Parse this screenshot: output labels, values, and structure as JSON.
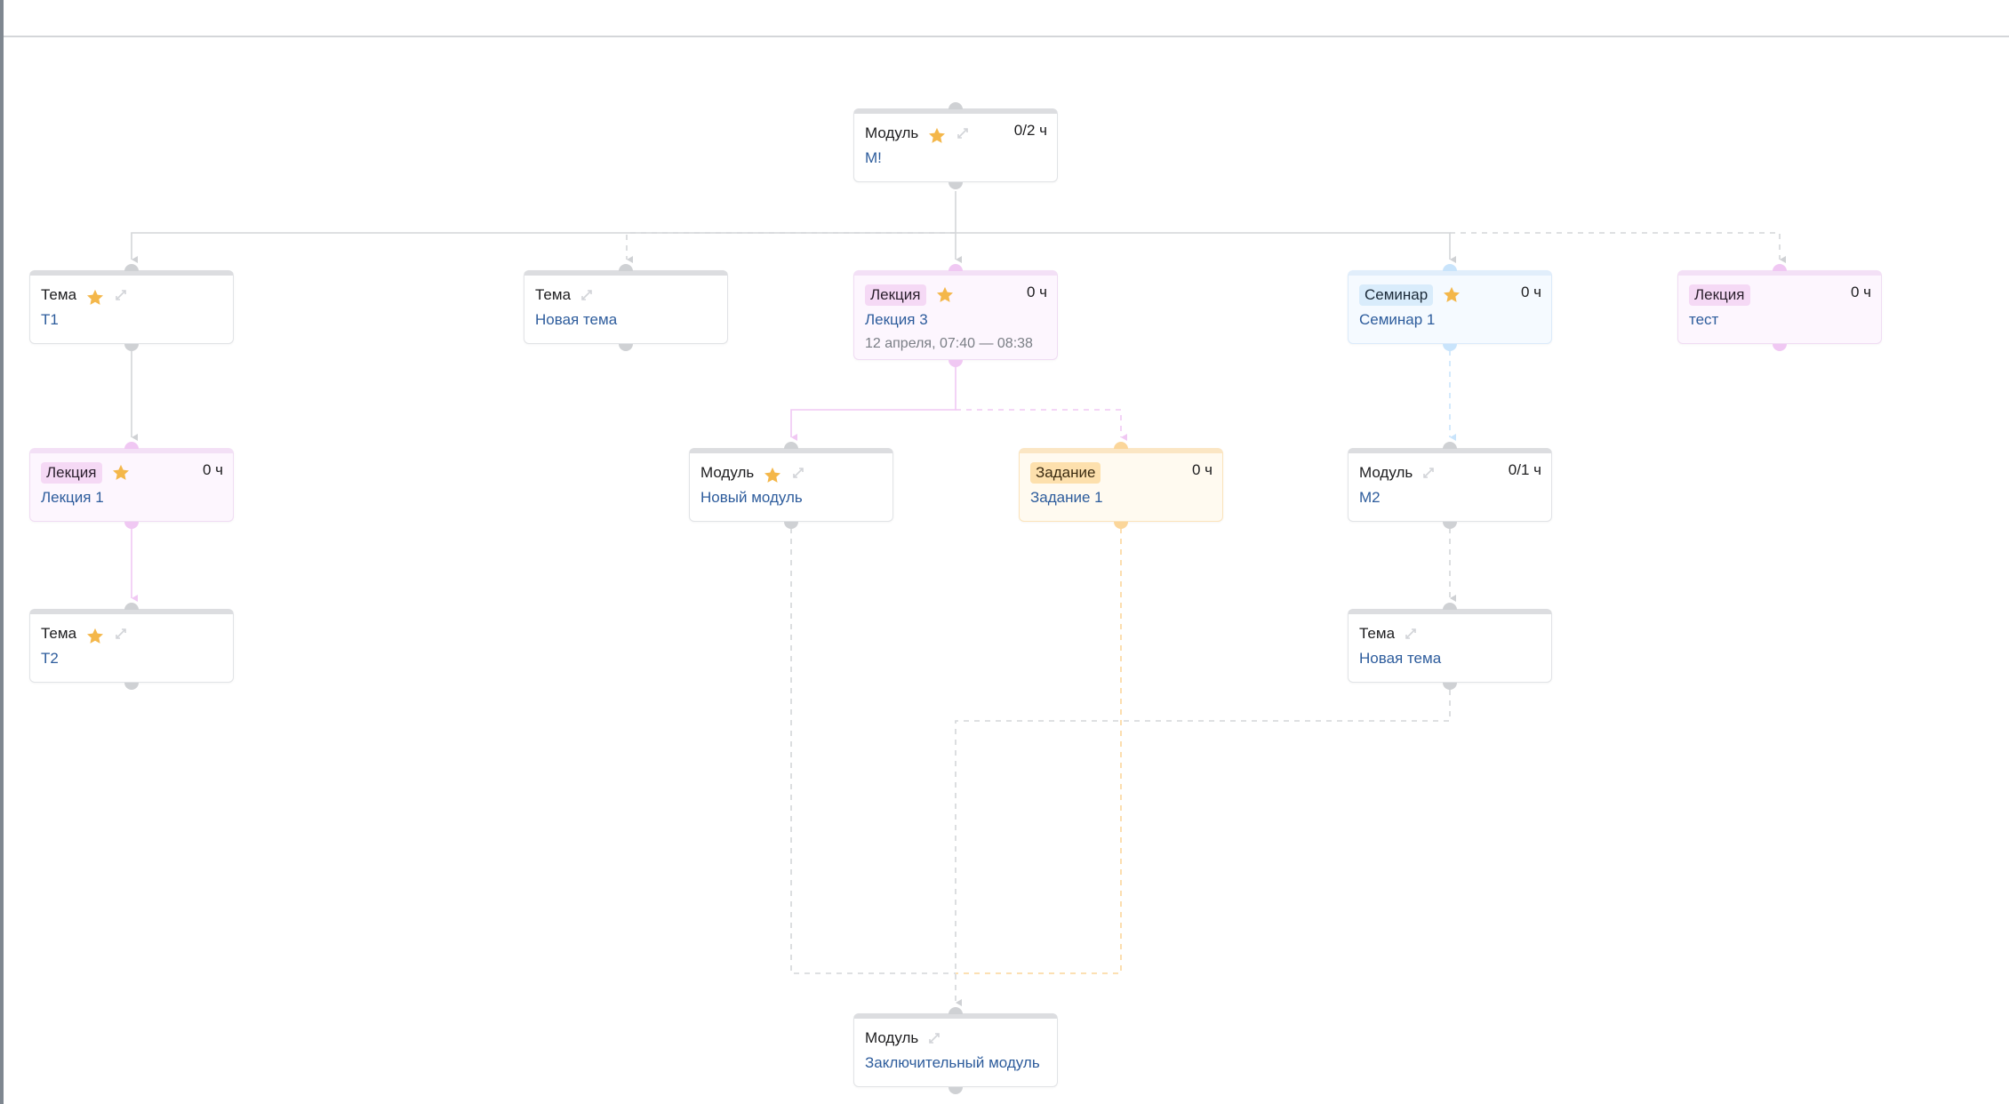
{
  "colors": {
    "accent_link": "#2d5c9c",
    "star": "#f4b74a",
    "lecture": "#f5d9f5",
    "seminar": "#d9ecfb",
    "task": "#fde0ad"
  },
  "nodes": [
    {
      "type": "Модуль",
      "title": "М!",
      "hours": "0/2 ч",
      "star": true,
      "expand": true
    },
    {
      "type": "Тема",
      "title": "Т1",
      "star": true,
      "expand": true
    },
    {
      "type": "Тема",
      "title": "Новая тема",
      "star": false,
      "expand": true
    },
    {
      "type": "Лекция",
      "title": "Лекция 3",
      "hours": "0 ч",
      "star": true,
      "expand": false,
      "subtitle": "12 апреля, 07:40 — 08:38"
    },
    {
      "type": "Семинар",
      "title": "Семинар 1",
      "hours": "0 ч",
      "star": true,
      "expand": false
    },
    {
      "type": "Лекция",
      "title": "тест",
      "hours": "0 ч",
      "star": false,
      "expand": false
    },
    {
      "type": "Лекция",
      "title": "Лекция 1",
      "hours": "0 ч",
      "star": true,
      "expand": false
    },
    {
      "type": "Модуль",
      "title": "Новый модуль",
      "star": true,
      "expand": true
    },
    {
      "type": "Задание",
      "title": "Задание 1",
      "hours": "0 ч",
      "star": false,
      "expand": false
    },
    {
      "type": "Модуль",
      "title": "М2",
      "hours": "0/1 ч",
      "star": false,
      "expand": true
    },
    {
      "type": "Тема",
      "title": "Т2",
      "star": true,
      "expand": true
    },
    {
      "type": "Тема",
      "title": "Новая тема",
      "star": false,
      "expand": true
    },
    {
      "type": "Модуль",
      "title": "Заключительный модуль",
      "star": false,
      "expand": true
    }
  ]
}
